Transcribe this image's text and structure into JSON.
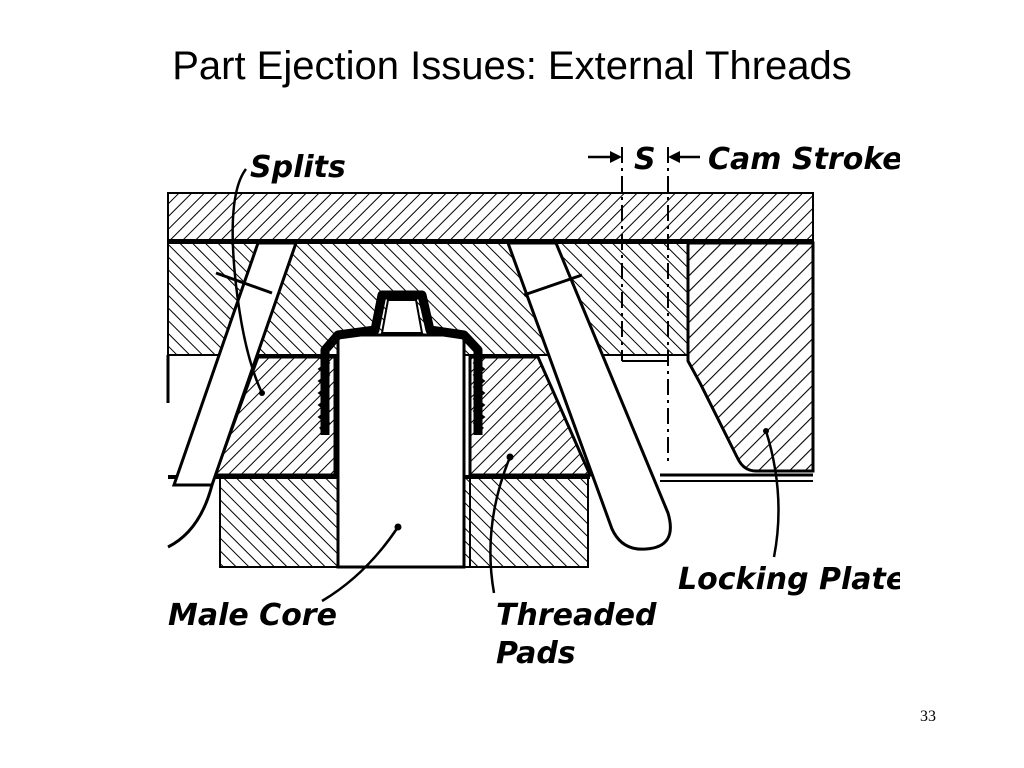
{
  "slide": {
    "title": "Part Ejection Issues: External Threads",
    "page_number": "33"
  },
  "diagram": {
    "labels": {
      "splits": "Splits",
      "s": "S",
      "cam_stroke": "Cam Stroke",
      "locking_plate": "Locking Plate",
      "male_core": "Male Core",
      "threaded": "Threaded",
      "pads": "Pads"
    },
    "colors": {
      "ink": "#000000",
      "paper": "#ffffff"
    }
  }
}
